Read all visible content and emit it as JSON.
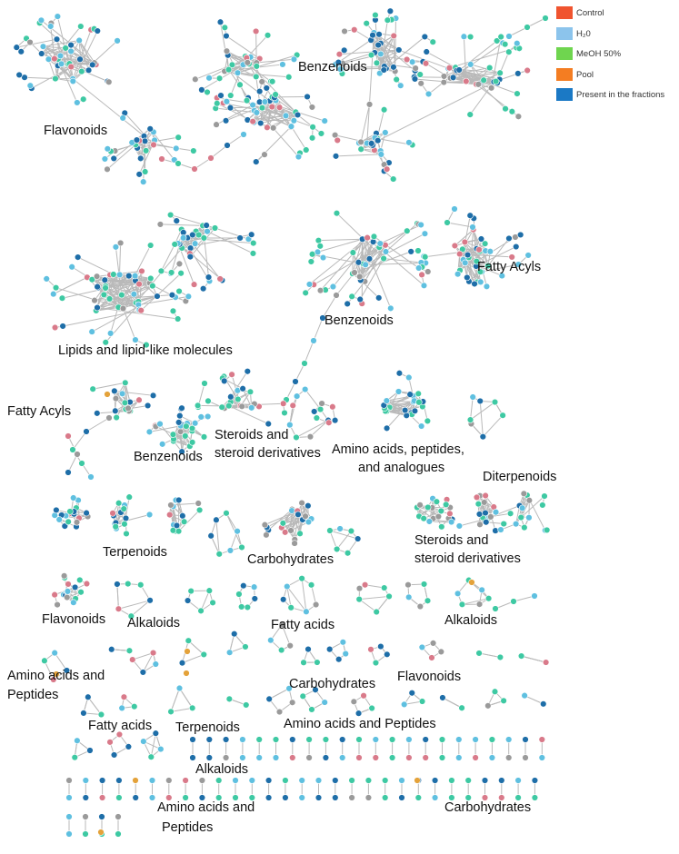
{
  "legend": {
    "items": [
      {
        "key": "control",
        "label": "Control",
        "color": "#f0542f"
      },
      {
        "key": "h2o",
        "label": "H₂0",
        "color": "#8cc4ec"
      },
      {
        "key": "meoh50",
        "label": "MeOH 50%",
        "color": "#6fd54f"
      },
      {
        "key": "pool",
        "label": "Pool",
        "color": "#f47d22"
      },
      {
        "key": "present",
        "label": "Present in the fractions",
        "color": "#1b79c5"
      }
    ]
  },
  "node_colors": {
    "teal": "#3ec9a3",
    "light_blue": "#5fc0e0",
    "dark_blue": "#1e6ea8",
    "pink": "#d97a8a",
    "orange": "#e4a23a",
    "grey": "#9a9a9a"
  },
  "labels": {
    "flavonoids_1": "Flavonoids",
    "benzenoids_1": "Benzenoids",
    "lipids": "Lipids and lipid-like molecules",
    "benzenoids_2": "Benzenoids",
    "fatty_acyls_1": "Fatty Acyls",
    "fatty_acyls_2": "Fatty Acyls",
    "benzenoids_3": "Benzenoids",
    "steroids_1a": "Steroids and",
    "steroids_1b": "steroid derivatives",
    "amino_1a": "Amino acids, peptides,",
    "amino_1b": "and analogues",
    "diterpenoids": "Diterpenoids",
    "terpenoids_1": "Terpenoids",
    "carbohydrates_1": "Carbohydrates",
    "steroids_2a": "Steroids and",
    "steroids_2b": "steroid derivatives",
    "flavonoids_2": "Flavonoids",
    "alkaloids_1": "Alkaloids",
    "fatty_acids_1": "Fatty acids",
    "alkaloids_2": "Alkaloids",
    "amino_2a": "Amino acids and",
    "amino_2b": "Peptides",
    "carbohydrates_2": "Carbohydrates",
    "flavonoids_3": "Flavonoids",
    "fatty_acids_2": "Fatty acids",
    "terpenoids_2": "Terpenoids",
    "amino_3": "Amino acids and Peptides",
    "alkaloids_3": "Alkaloids",
    "amino_4a": "Amino acids and",
    "amino_4b": "Peptides",
    "carbohydrates_3": "Carbohydrates"
  }
}
